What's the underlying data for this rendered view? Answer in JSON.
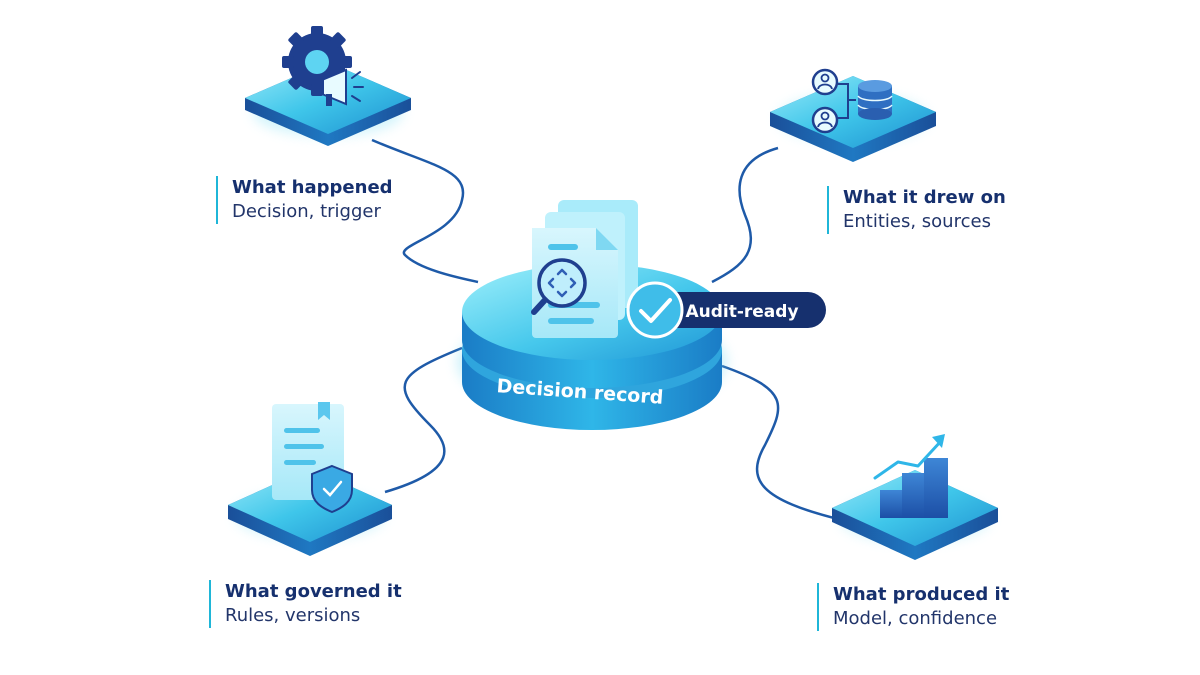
{
  "center": {
    "title": "Decision record",
    "badge": "Audit-ready"
  },
  "nodes": [
    {
      "title": "What happened",
      "subtitle": "Decision, trigger",
      "icon": "gear-megaphone-icon"
    },
    {
      "title": "What it drew on",
      "subtitle": "Entities, sources",
      "icon": "users-database-icon"
    },
    {
      "title": "What governed it",
      "subtitle": "Rules, versions",
      "icon": "document-shield-icon"
    },
    {
      "title": "What produced it",
      "subtitle": "Model, confidence",
      "icon": "bar-chart-trend-icon"
    }
  ],
  "colors": {
    "navy": "#16306e",
    "cyan": "#1fb6d8",
    "platform_light": "#7fe0f5",
    "platform_dark": "#1a6fb5",
    "connector": "#1e5aa8"
  }
}
